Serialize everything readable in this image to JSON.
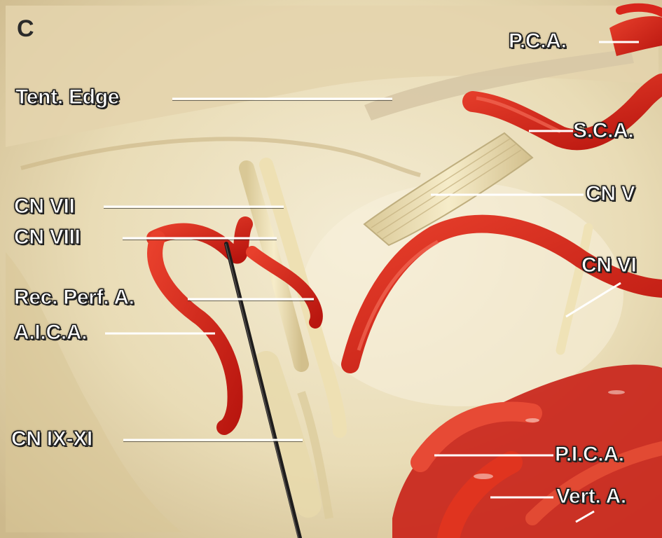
{
  "panel_letter": "C",
  "labels": {
    "pca": "P.C.A.",
    "tent_edge": "Tent. Edge",
    "sca": "S.C.A.",
    "cn_v": "CN V",
    "cn_vii": "CN VII",
    "cn_viii": "CN VIII",
    "cn_vi": "CN VI",
    "rec_perf_a": "Rec. Perf. A.",
    "aica": "A.I.C.A.",
    "cn_ix_xi": "CN IX-XI",
    "pica": "P.I.C.A.",
    "vert_a": "Vert. A."
  },
  "colors": {
    "tissue": "#efe3c2",
    "tissue_dark": "#d9c79a",
    "artery": "#d8261b",
    "artery_highlight": "#f26a55",
    "nerve": "#efe2b6",
    "leader_line": "#ffffff"
  }
}
